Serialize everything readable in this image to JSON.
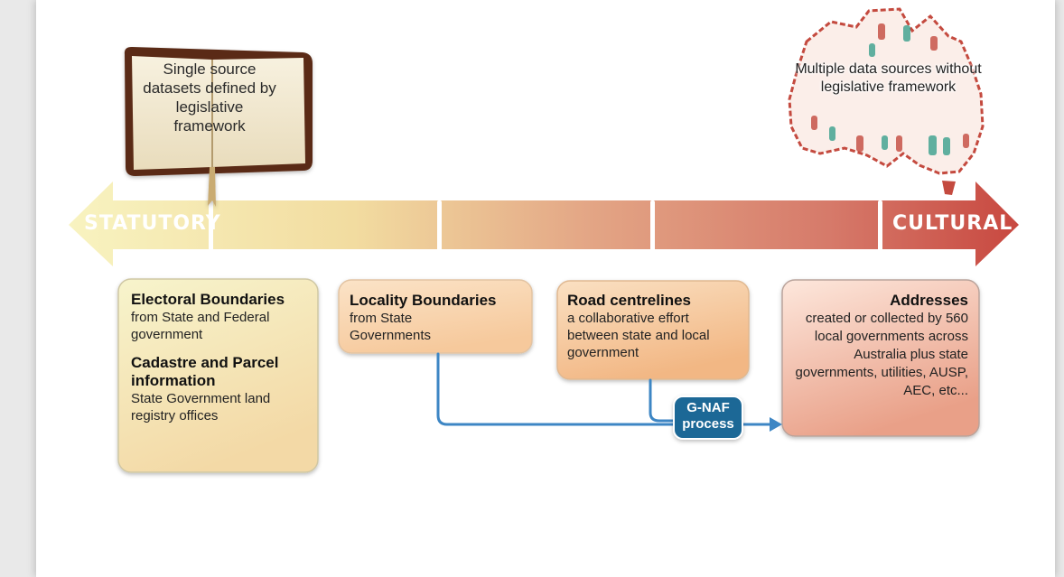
{
  "arrow": {
    "left_label": "STATUTORY",
    "right_label": "CULTURAL"
  },
  "book": {
    "text": "Single source datasets defined by legislative framework"
  },
  "map": {
    "text": "Multiple data sources without legislative framework"
  },
  "boxes": {
    "electoral": {
      "title": "Electoral Boundaries",
      "subtitle": "from State and Federal government"
    },
    "cadastre": {
      "title": "Cadastre and Parcel information",
      "subtitle": "State Government land registry offices"
    },
    "locality": {
      "title": "Locality Boundaries",
      "subtitle": "from State Governments"
    },
    "road": {
      "title": "Road centrelines",
      "subtitle": "a collaborative effort between state and local government"
    },
    "addresses": {
      "title": "Addresses",
      "subtitle": "created or collected by 560 local governments across Australia plus state governments, utilities, AUSP, AEC, etc..."
    }
  },
  "process": {
    "label": "G-NAF process"
  },
  "colors": {
    "statutory": "#f6eeae",
    "cultural": "#c94b42",
    "connector": "#3d86c4",
    "process_badge": "#1f6796"
  }
}
